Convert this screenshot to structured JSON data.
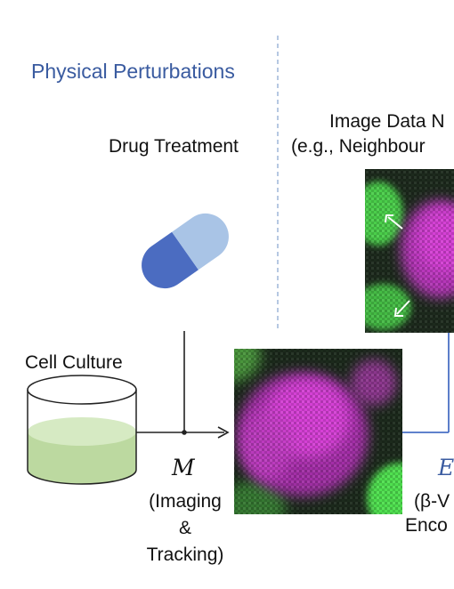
{
  "section_title": "Physical Perturbations",
  "drug": {
    "label": "Drug Treatment"
  },
  "image_data": {
    "line1": "Image Data N",
    "line2": "(e.g., Neighbour"
  },
  "cell_culture": {
    "label": "Cell Culture"
  },
  "process_m": {
    "symbol": "M",
    "line1": "(Imaging",
    "line2": "&",
    "line3": "Tracking)"
  },
  "encoder": {
    "symbol": "E",
    "line1": "(β-V",
    "line2": "Enco"
  },
  "colors": {
    "title_blue": "#3a5ba0",
    "divider": "#9db6d8",
    "pill_dark": "#4b6cc1",
    "pill_light": "#a9c4e6",
    "connector_blue": "#4a70c4",
    "liquid": "#bcd9a0",
    "liquid_top": "#d6eac3",
    "magenta": "#d640d6",
    "green": "#4fe04f"
  },
  "icons": [
    "pill-icon",
    "petri-dish-icon",
    "arrow-right-icon"
  ]
}
